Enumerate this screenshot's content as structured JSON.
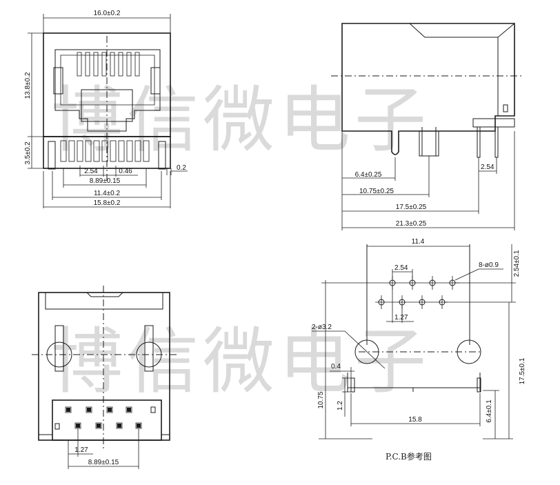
{
  "watermark": "博信微电子",
  "front_view": {
    "width_top": "16.0±0.2",
    "height_body": "13.8±0.2",
    "height_leg": "3.5±0.2",
    "pitch": "2.54",
    "pin_width": "0.46",
    "pin_offset": "0.2",
    "span_pins": "8.89±0.15",
    "span_posts": "11.4±0.2",
    "width_bottom": "15.8±0.2"
  },
  "side_view": {
    "d1": "6.4±0.25",
    "d2": "10.75±0.25",
    "d3": "17.5±0.25",
    "d4": "21.3±0.25",
    "pitch": "2.54"
  },
  "bottom_view": {
    "pitch": "1.27",
    "span": "8.89±0.15"
  },
  "pcb": {
    "title": "P.C.B参考图",
    "width": "11.4",
    "pitch": "2.54",
    "holes": "8-ø0.9",
    "row_offset": "2.54±0.1",
    "half_pitch": "1.27",
    "posts": "2-ø3.2",
    "slot_w": "0.4",
    "slot_h": "1.2",
    "height_total": "10.75",
    "span": "15.8",
    "height_a": "17.5±0.1",
    "height_b": "6.4±0.1"
  }
}
